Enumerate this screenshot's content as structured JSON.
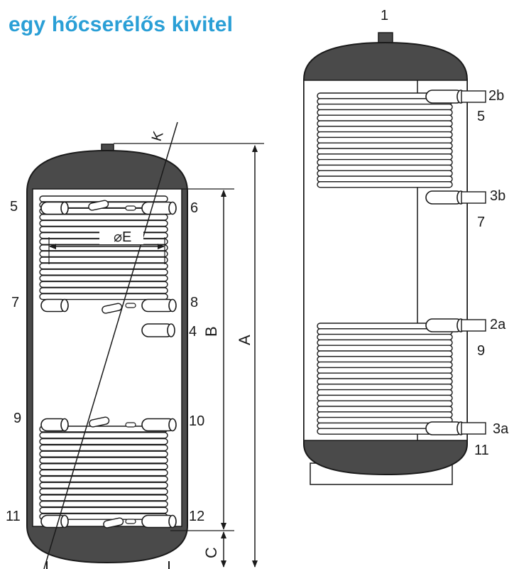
{
  "title": "egy hőcserélős kivitel",
  "colors": {
    "title": "#2a9fd6",
    "tank_fill": "#4a4a4a",
    "line": "#1a1a1a",
    "coil": "#ffffff"
  },
  "left_diagram": {
    "connection_labels": {
      "n5": "5",
      "n6": "6",
      "n7": "7",
      "n8": "8",
      "n4": "4",
      "n9": "9",
      "n10": "10",
      "n11": "11",
      "n12": "12"
    },
    "dimension_labels": {
      "A": "A",
      "B": "B",
      "C": "C",
      "K": "K",
      "E": "⌀E"
    }
  },
  "right_diagram": {
    "connection_labels": {
      "n1": "1",
      "n2b": "2b",
      "n5": "5",
      "n3b": "3b",
      "n7": "7",
      "n2a": "2a",
      "n9": "9",
      "n3a": "3a",
      "n11": "11"
    }
  }
}
